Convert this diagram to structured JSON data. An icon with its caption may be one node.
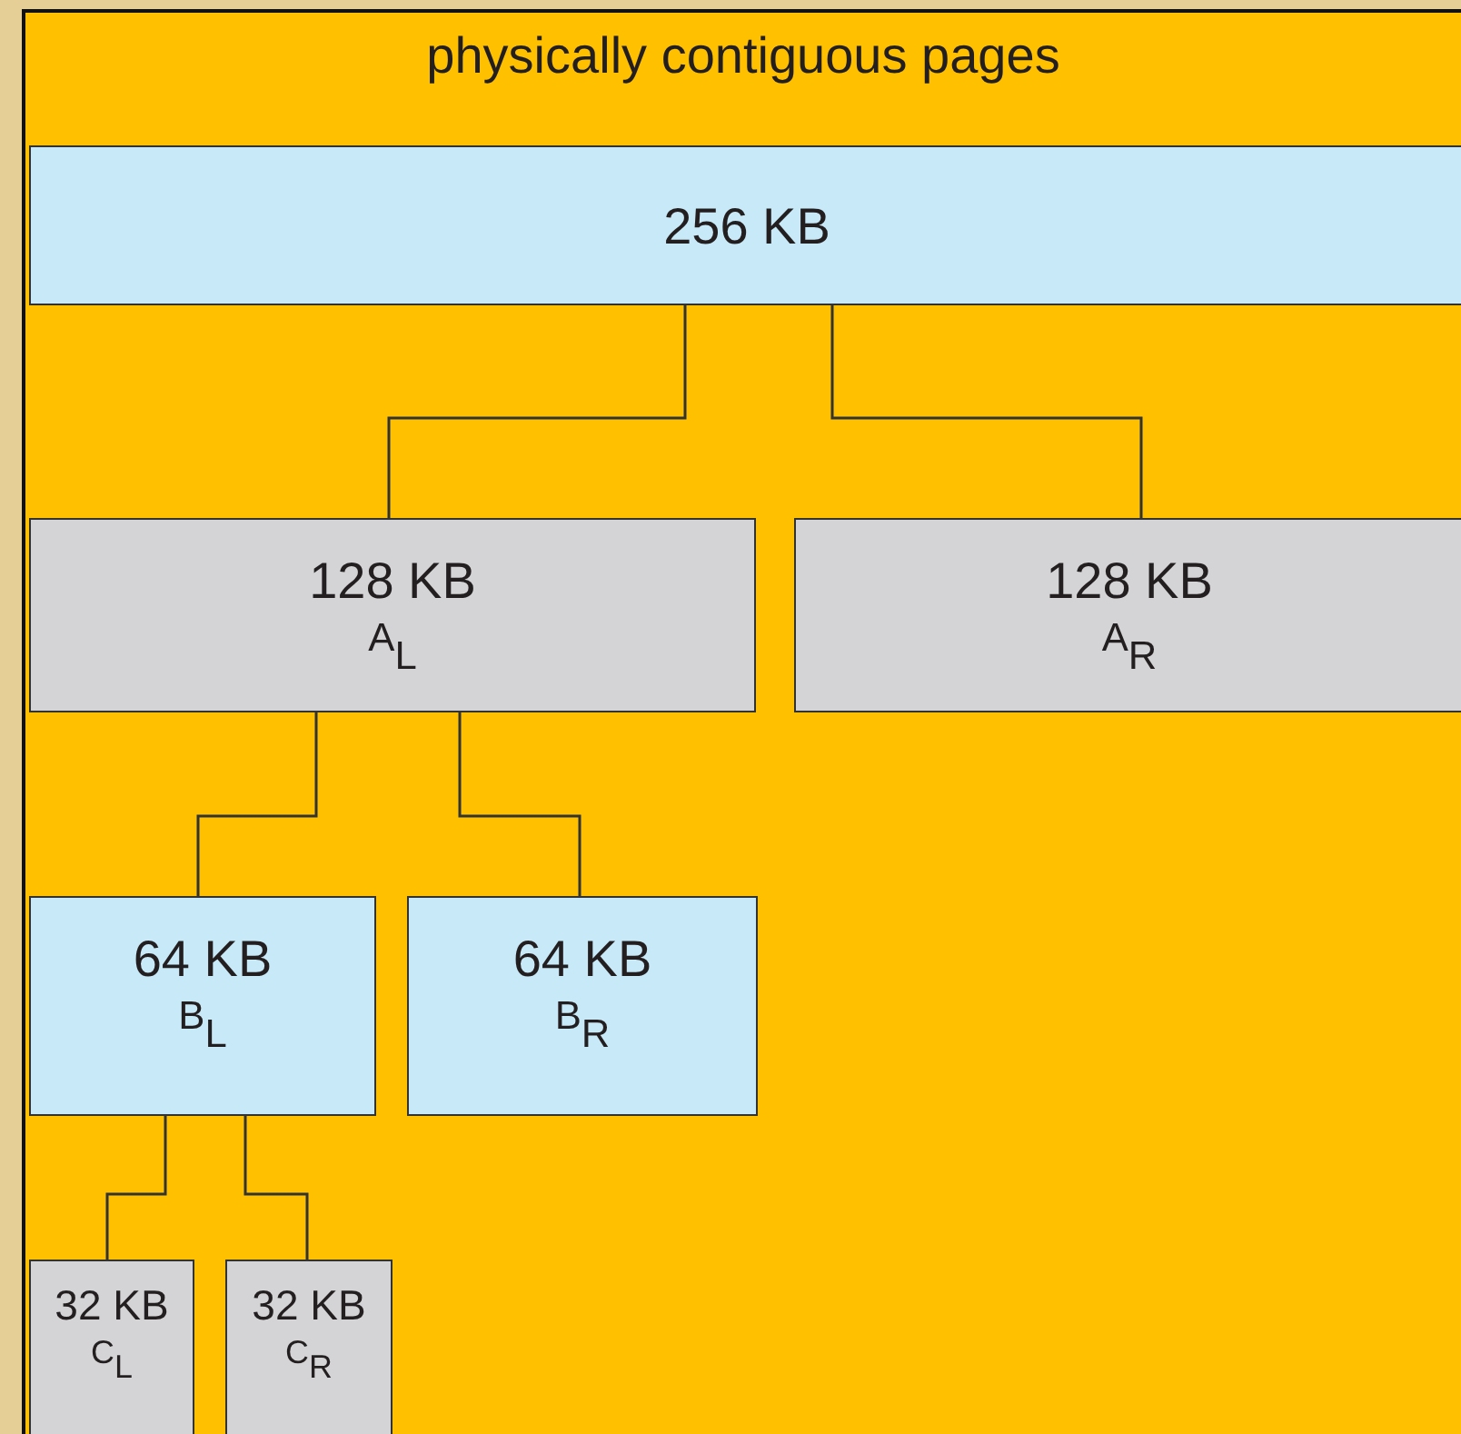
{
  "diagram": {
    "nodes": [
      {
        "text": [
          "physically contiguous pages"
        ]
      },
      {
        "text": [
          "256 KB"
        ],
        "in": 0
      },
      {
        "text": [
          "128 KB",
          "A$_{L}$"
        ],
        "in": 0
      },
      {
        "text": [
          "128 KB",
          "A$_{R}$"
        ],
        "in": 0
      },
      {
        "text": [
          "64 KB",
          "B$_{L}$"
        ],
        "in": 0
      },
      {
        "text": [
          "64 KB",
          "B$_{R}$"
        ],
        "in": 0
      },
      {
        "text": [
          "32 KB",
          "C$_{L}$"
        ],
        "in": 0
      },
      {
        "text": [
          "32 KB",
          "C$_{R}$"
        ],
        "in": 0
      }
    ],
    "edges": [
      {
        "from": 1,
        "to": 2,
        "arrow": "none"
      },
      {
        "from": 1,
        "to": 3,
        "arrow": "none"
      },
      {
        "from": 2,
        "to": 4,
        "arrow": "none"
      },
      {
        "from": 2,
        "to": 5,
        "arrow": "none"
      },
      {
        "from": 4,
        "to": 6,
        "arrow": "none"
      },
      {
        "from": 4,
        "to": 7,
        "arrow": "none"
      }
    ]
  }
}
